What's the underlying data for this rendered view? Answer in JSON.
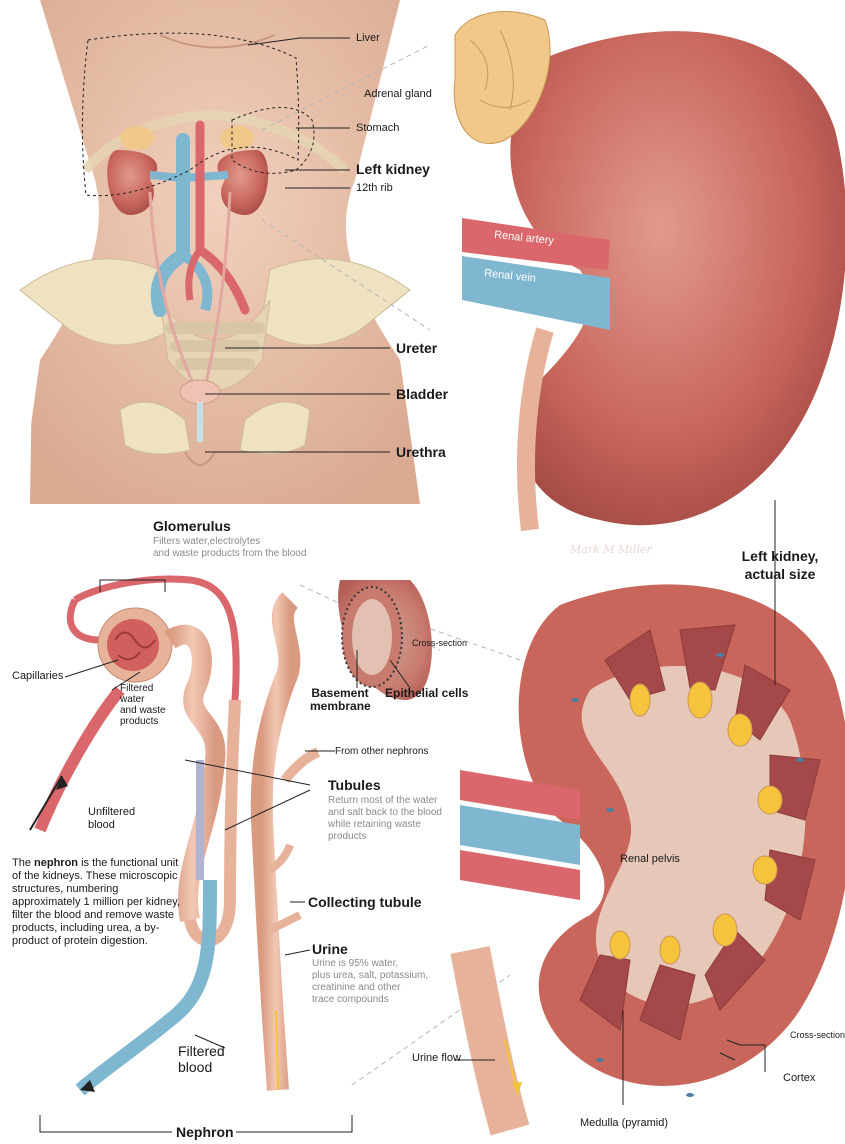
{
  "labels": {
    "liver": "Liver",
    "adrenal_gland": "Adrenal gland",
    "stomach": "Stomach",
    "left_kidney": "Left kidney",
    "rib": "12th rib",
    "renal_artery": "Renal artery",
    "renal_vein": "Renal vein",
    "ureter": "Ureter",
    "bladder": "Bladder",
    "urethra": "Urethra",
    "glomerulus": "Glomerulus",
    "glomerulus_desc": [
      "Filters water,electrolytes",
      "and waste products from the blood"
    ],
    "left_kidney_actual": [
      "Left kidney,",
      "actual size"
    ],
    "cross_section_tube": "Cross-section",
    "capillaries": "Capillaries",
    "filtered_water": [
      "Filtered",
      "water",
      "and waste",
      "products"
    ],
    "basement_membrane": [
      "Basement",
      "membrane"
    ],
    "epithelial_cells": "Epithelial cells",
    "from_other_nephrons": "From other nephrons",
    "tubules": "Tubules",
    "tubules_desc": [
      "Return most of the water",
      "and salt back to the blood",
      "while retaining waste",
      "products"
    ],
    "unfiltered_blood": [
      "Unfiltered",
      "blood"
    ],
    "renal_pelvis": "Renal pelvis",
    "collecting_tubule": "Collecting tubule",
    "urine": "Urine",
    "urine_desc": [
      "Urine is 95% water,",
      "plus urea, salt, potassium,",
      "creatinine and other",
      "trace compounds"
    ],
    "filtered_blood": [
      "Filtered",
      "blood"
    ],
    "urine_flow": "Urine flow",
    "cross_section_kidney": "Cross-section",
    "cortex": "Cortex",
    "medulla": "Medulla (pyramid)",
    "nephron": "Nephron"
  },
  "nephron_text": {
    "pre": "The ",
    "bold": "nephron",
    "post": " is the functional unit of the kidneys. These microscopic structures, numbering approximately 1 million per kidney, filter the blood and remove waste products, including urea, a by-product of protein digestion."
  },
  "colors": {
    "skin": "#e9c1ac",
    "kidney": "#c8665c",
    "artery": "#d9676b",
    "vein": "#7fb7d0",
    "bone": "#efe2c2",
    "tubule": "#e7b29a",
    "adrenal": "#f0c98a",
    "urine": "#f5c33c"
  }
}
